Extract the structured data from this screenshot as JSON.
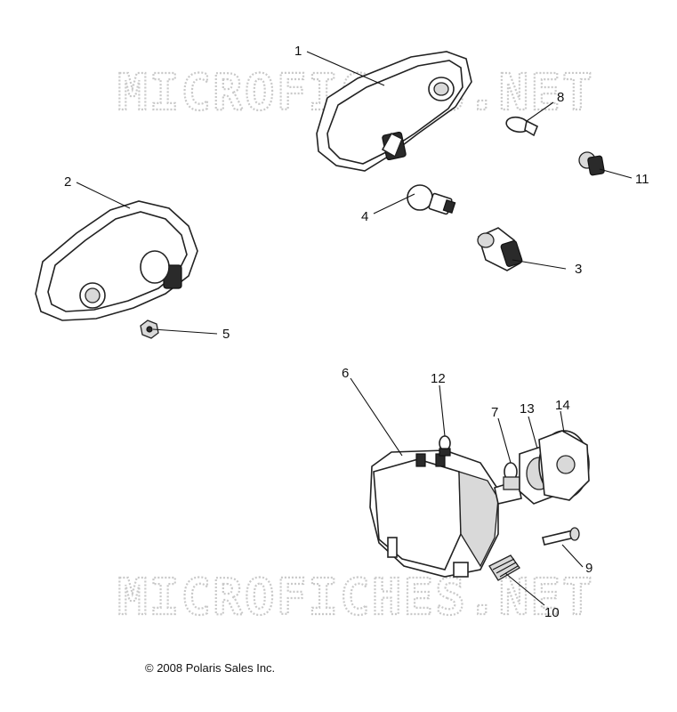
{
  "watermark": "MICROFICHES.NET",
  "copyright": "© 2008 Polaris Sales Inc.",
  "callouts": [
    "1",
    "2",
    "3",
    "4",
    "5",
    "6",
    "7",
    "8",
    "9",
    "10",
    "11",
    "12",
    "13",
    "14"
  ]
}
